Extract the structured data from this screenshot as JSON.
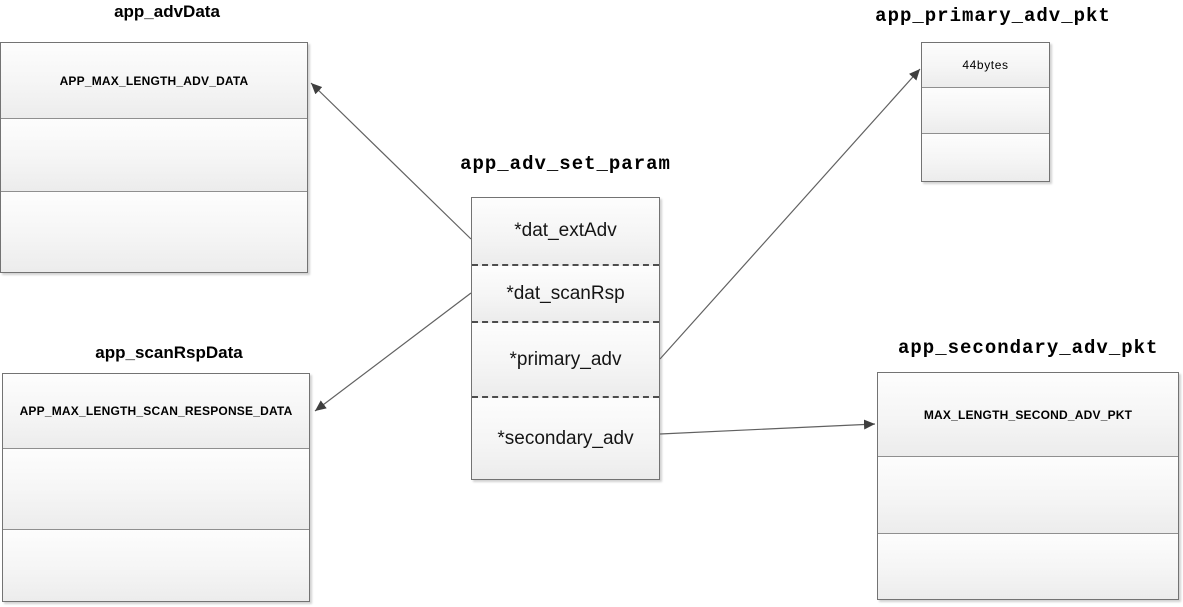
{
  "diagram": {
    "center": {
      "title": "app_adv_set_param",
      "rows": [
        "*dat_extAdv",
        "*dat_scanRsp",
        "*primary_adv",
        "*secondary_adv"
      ]
    },
    "advData": {
      "title": "app_advData",
      "rows": [
        "APP_MAX_LENGTH_ADV_DATA",
        "",
        ""
      ]
    },
    "scanRspData": {
      "title": "app_scanRspData",
      "rows": [
        "APP_MAX_LENGTH_SCAN_RESPONSE_DATA",
        "",
        ""
      ]
    },
    "primaryAdvPkt": {
      "title": "app_primary_adv_pkt",
      "rows": [
        "44bytes",
        "",
        ""
      ]
    },
    "secondaryAdvPkt": {
      "title": "app_secondary_adv_pkt",
      "rows": [
        "MAX_LENGTH_SECOND_ADV_PKT",
        "",
        ""
      ]
    },
    "arrows": [
      {
        "from": "*dat_extAdv",
        "to": "app_advData"
      },
      {
        "from": "*dat_scanRsp",
        "to": "app_scanRspData"
      },
      {
        "from": "*primary_adv",
        "to": "app_primary_adv_pkt"
      },
      {
        "from": "*secondary_adv",
        "to": "app_secondary_adv_pkt"
      }
    ],
    "colors": {
      "box_border": "#737373",
      "row_separator": "#8f8f8f",
      "dashed_separator": "#4d4d4d",
      "arrow_line": "#616161",
      "arrow_head": "#3f3f3f",
      "row_fill_top": "#fdfdfd",
      "row_fill_bottom": "#ececec",
      "text": "#000000"
    }
  }
}
